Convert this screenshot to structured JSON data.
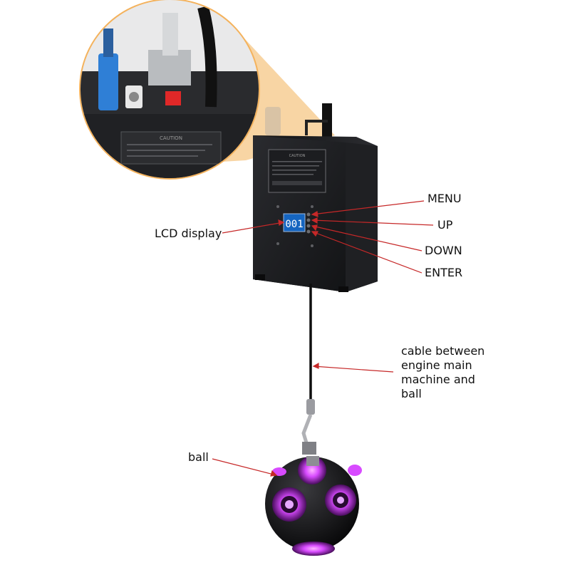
{
  "lcd": {
    "reading": "001"
  },
  "labels": {
    "lcd_display": "LCD display",
    "menu": "MENU",
    "up": "UP",
    "down": "DOWN",
    "enter": "ENTER",
    "cable": "cable between engine main machine and ball",
    "ball": "ball"
  },
  "caution_plate": {
    "title": "CAUTION"
  },
  "colors": {
    "device_body": "#1b1c1f",
    "lcd_bg": "#1565c0",
    "leader_line": "#c62828",
    "ball_glow": "#c637ff",
    "zoom_cone": "#f2b35a"
  }
}
